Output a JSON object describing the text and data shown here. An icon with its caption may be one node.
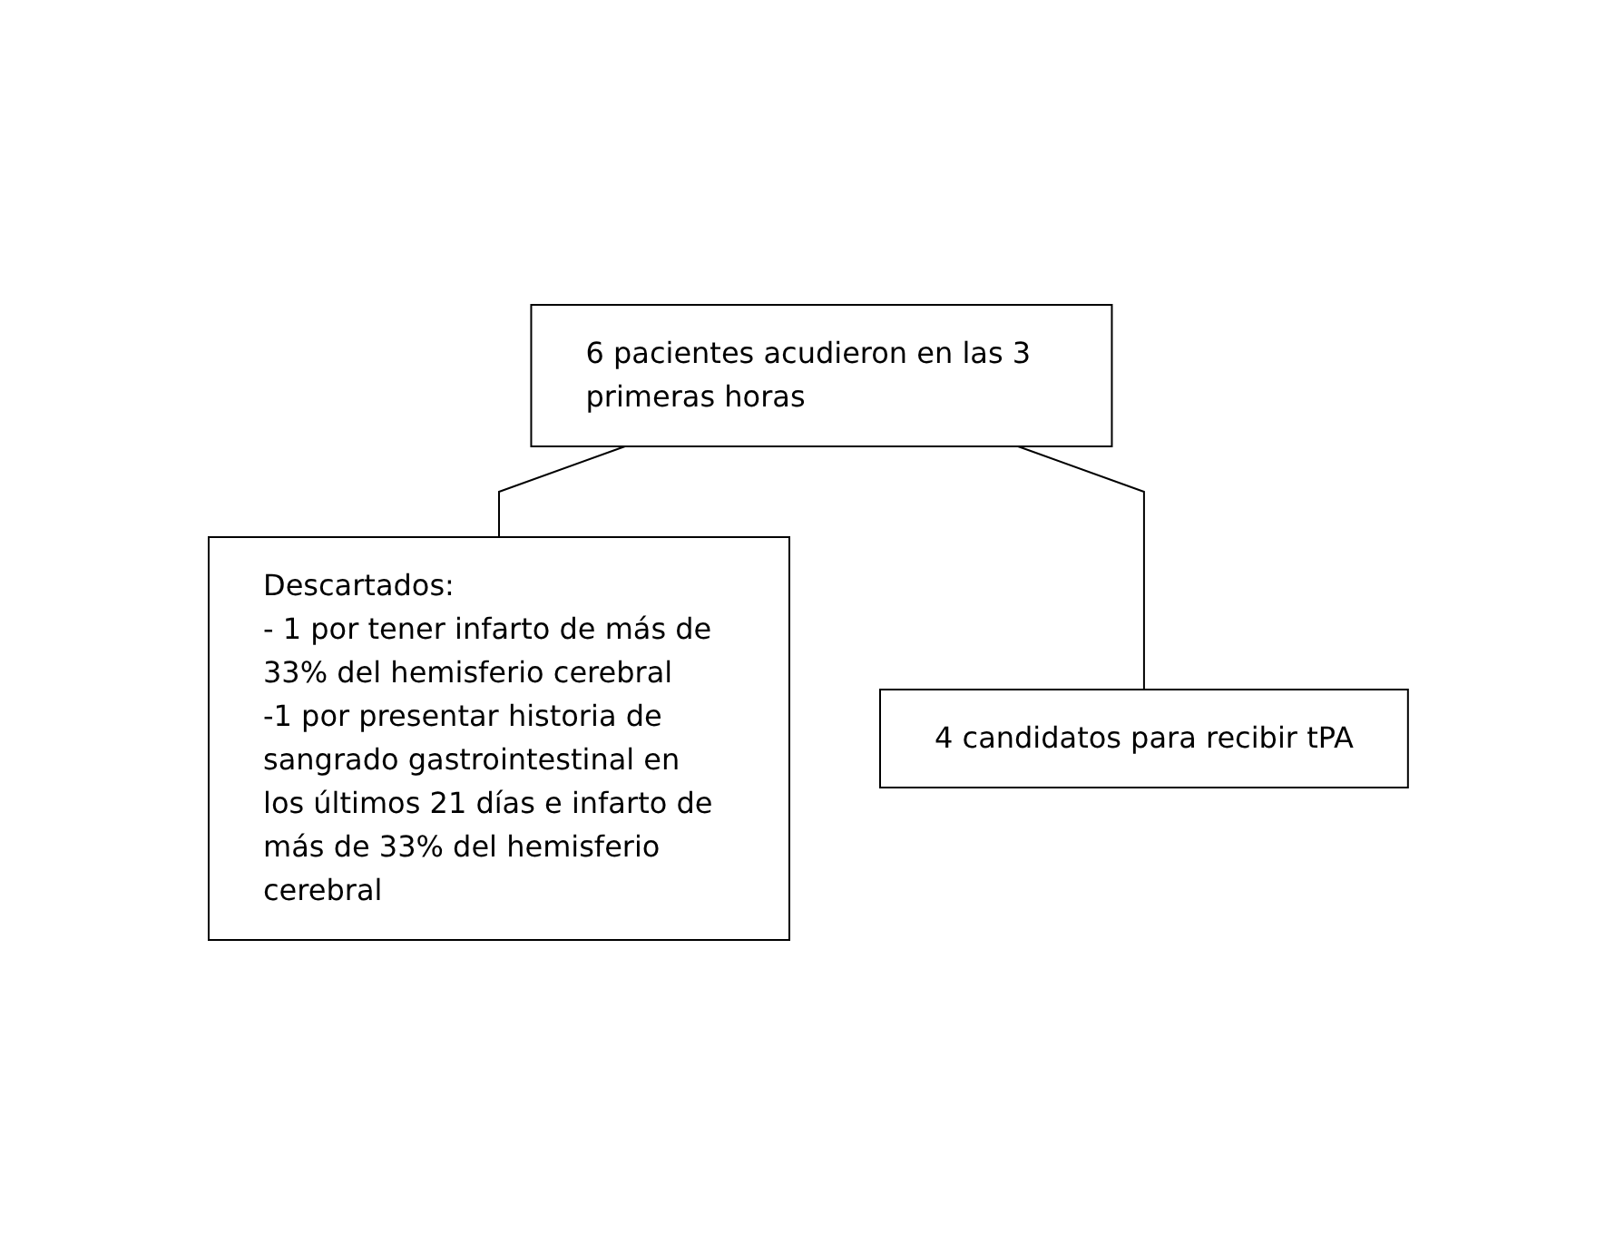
{
  "diagram": {
    "nodes": [
      {
        "text": [
          "6 pacientes acudieron en las 3 primeras horas"
        ]
      },
      {
        "text": [
          "Descartados:",
          "- 1 por tener infarto de más de 33% del hemisferio cerebral",
          "-1 por presentar historia de sangrado gastrointestinal en los últimos 21 días e infarto de más de 33% del hemisferio cerebral"
        ]
      },
      {
        "text": [
          "4 candidatos para recibir tPA"
        ]
      }
    ],
    "edges": [
      {
        "from": 0,
        "to": 1,
        "arrow": "none"
      },
      {
        "from": 0,
        "to": 2,
        "arrow": "none"
      }
    ]
  }
}
